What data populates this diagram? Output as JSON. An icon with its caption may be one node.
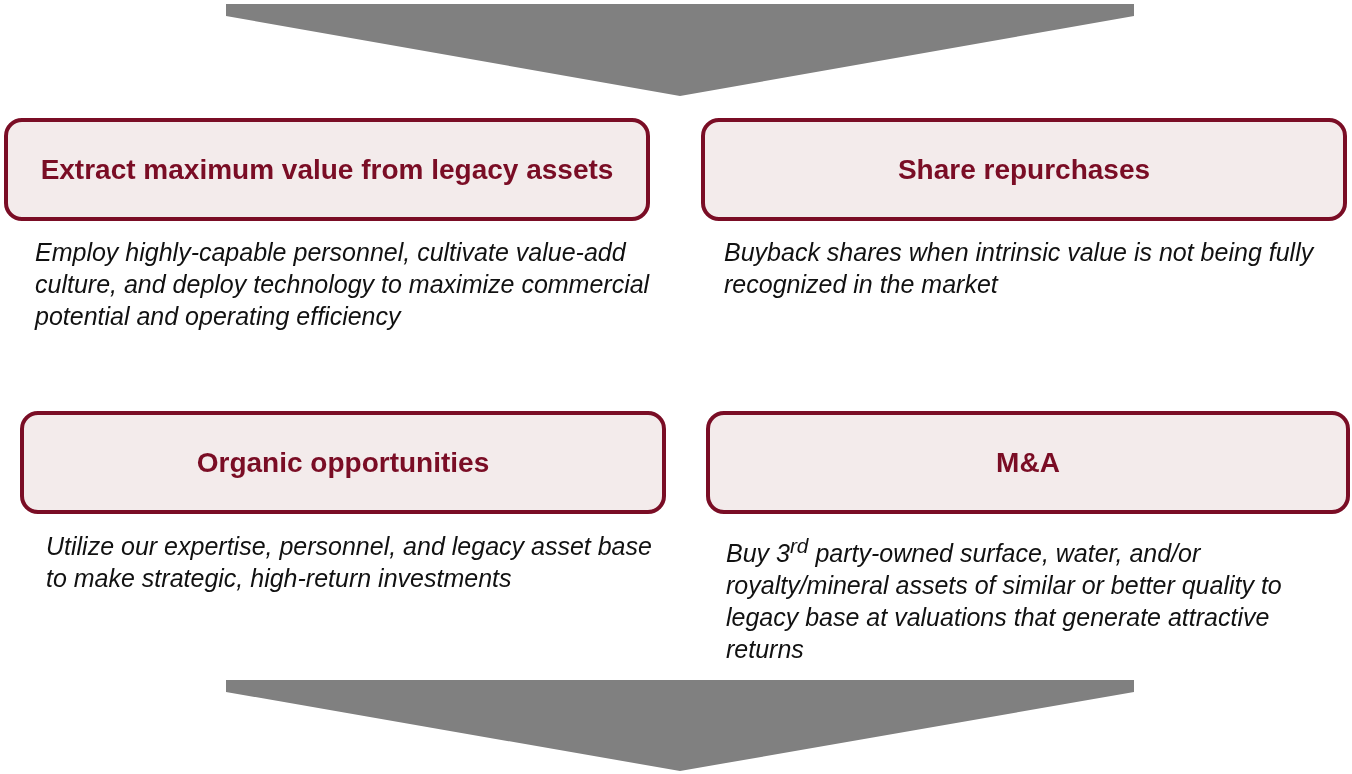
{
  "diagram": {
    "nodes": [
      {
        "text": [
          "Extract maximum value from legacy assets"
        ],
        "beside": [
          "Employ highly-capable personnel, cultivate value-add culture, and deploy technology to maximize commercial potential and operating efficiency"
        ]
      },
      {
        "text": [
          "Share repurchases"
        ],
        "beside": [
          "Buyback shares when intrinsic value is not being fully recognized in the market"
        ]
      },
      {
        "text": [
          "Organic opportunities"
        ],
        "beside": [
          "Utilize our expertise, personnel, and legacy asset base to make strategic, high-return investments"
        ]
      },
      {
        "text": [
          "M&A"
        ],
        "beside": [
          "Buy 3$^{rd}$ party-owned surface, water, and/or royalty/mineral assets of similar or better quality to legacy base at valuations that generate attractive returns"
        ]
      }
    ],
    "edges": []
  }
}
